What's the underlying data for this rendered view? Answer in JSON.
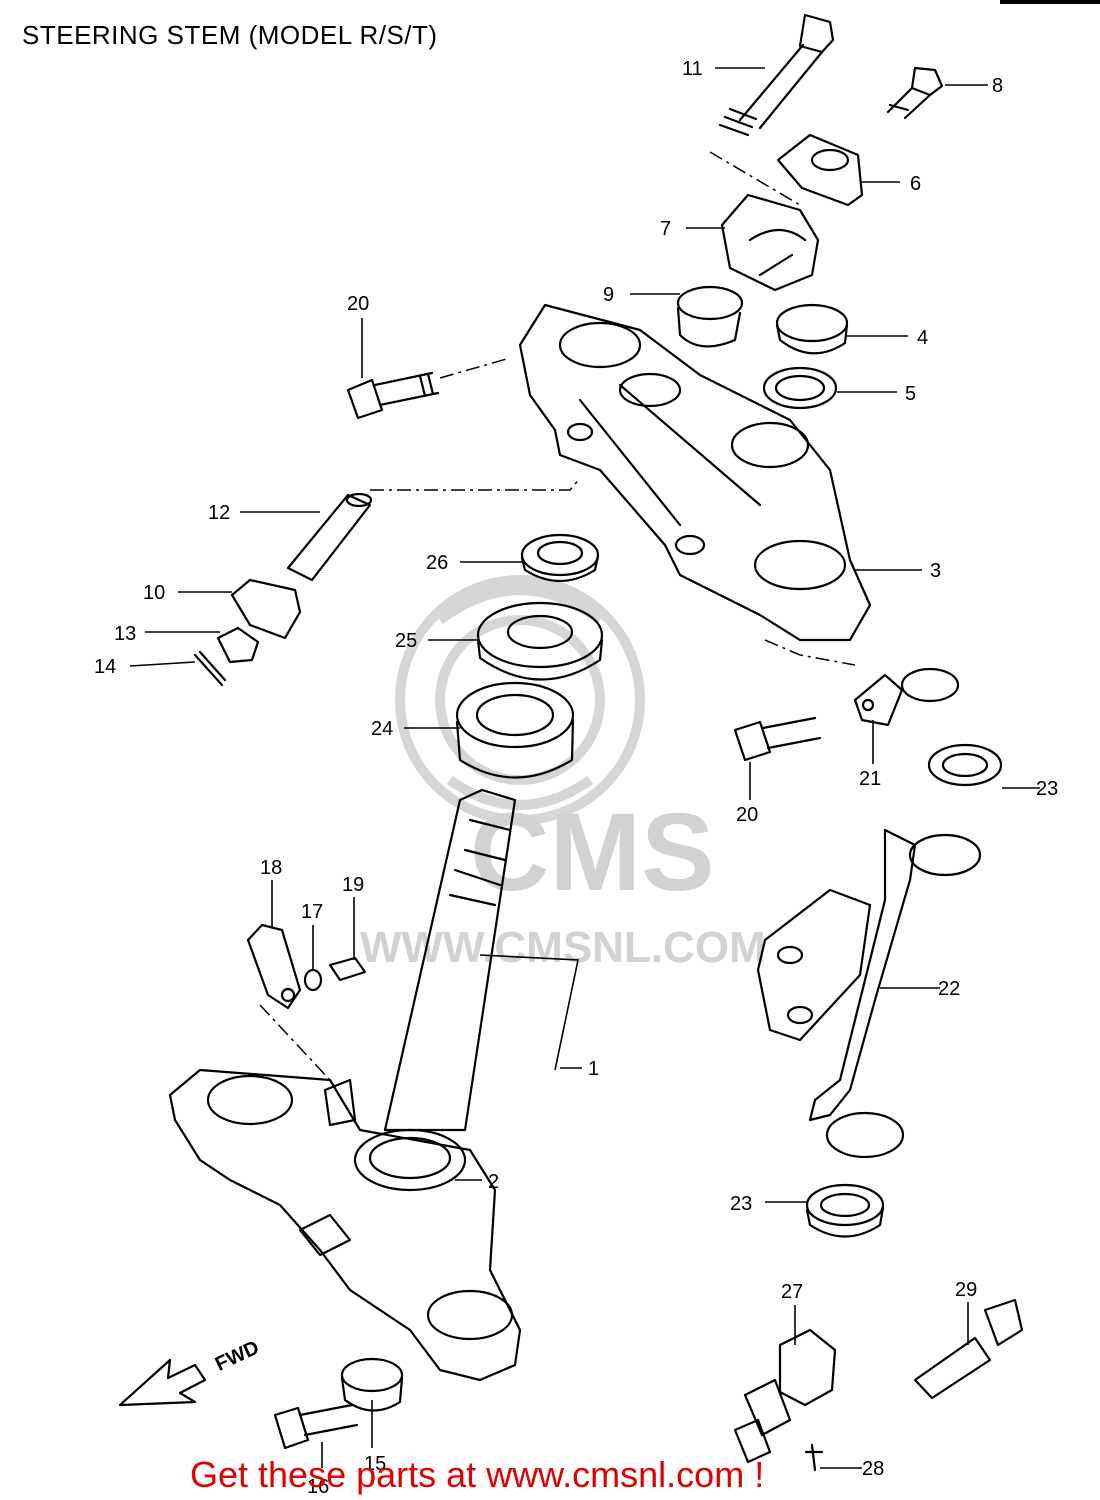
{
  "title": "STEERING STEM (MODEL R/S/T)",
  "footer": "Get these parts at www.cmsnl.com !",
  "watermark": {
    "logo_text": "CMS",
    "url_text": "WWW.CMSNL.COM"
  },
  "direction_label": "FWD",
  "callouts": [
    "11",
    "8",
    "6",
    "7",
    "9",
    "20",
    "4",
    "5",
    "12",
    "26",
    "3",
    "10",
    "13",
    "14",
    "25",
    "24",
    "21",
    "23",
    "20",
    "18",
    "17",
    "19",
    "22",
    "1",
    "2",
    "23",
    "27",
    "29",
    "15",
    "16",
    "28"
  ],
  "colors": {
    "footer": "#e10000",
    "watermark": "#d2d2d2",
    "ink": "#000000"
  }
}
